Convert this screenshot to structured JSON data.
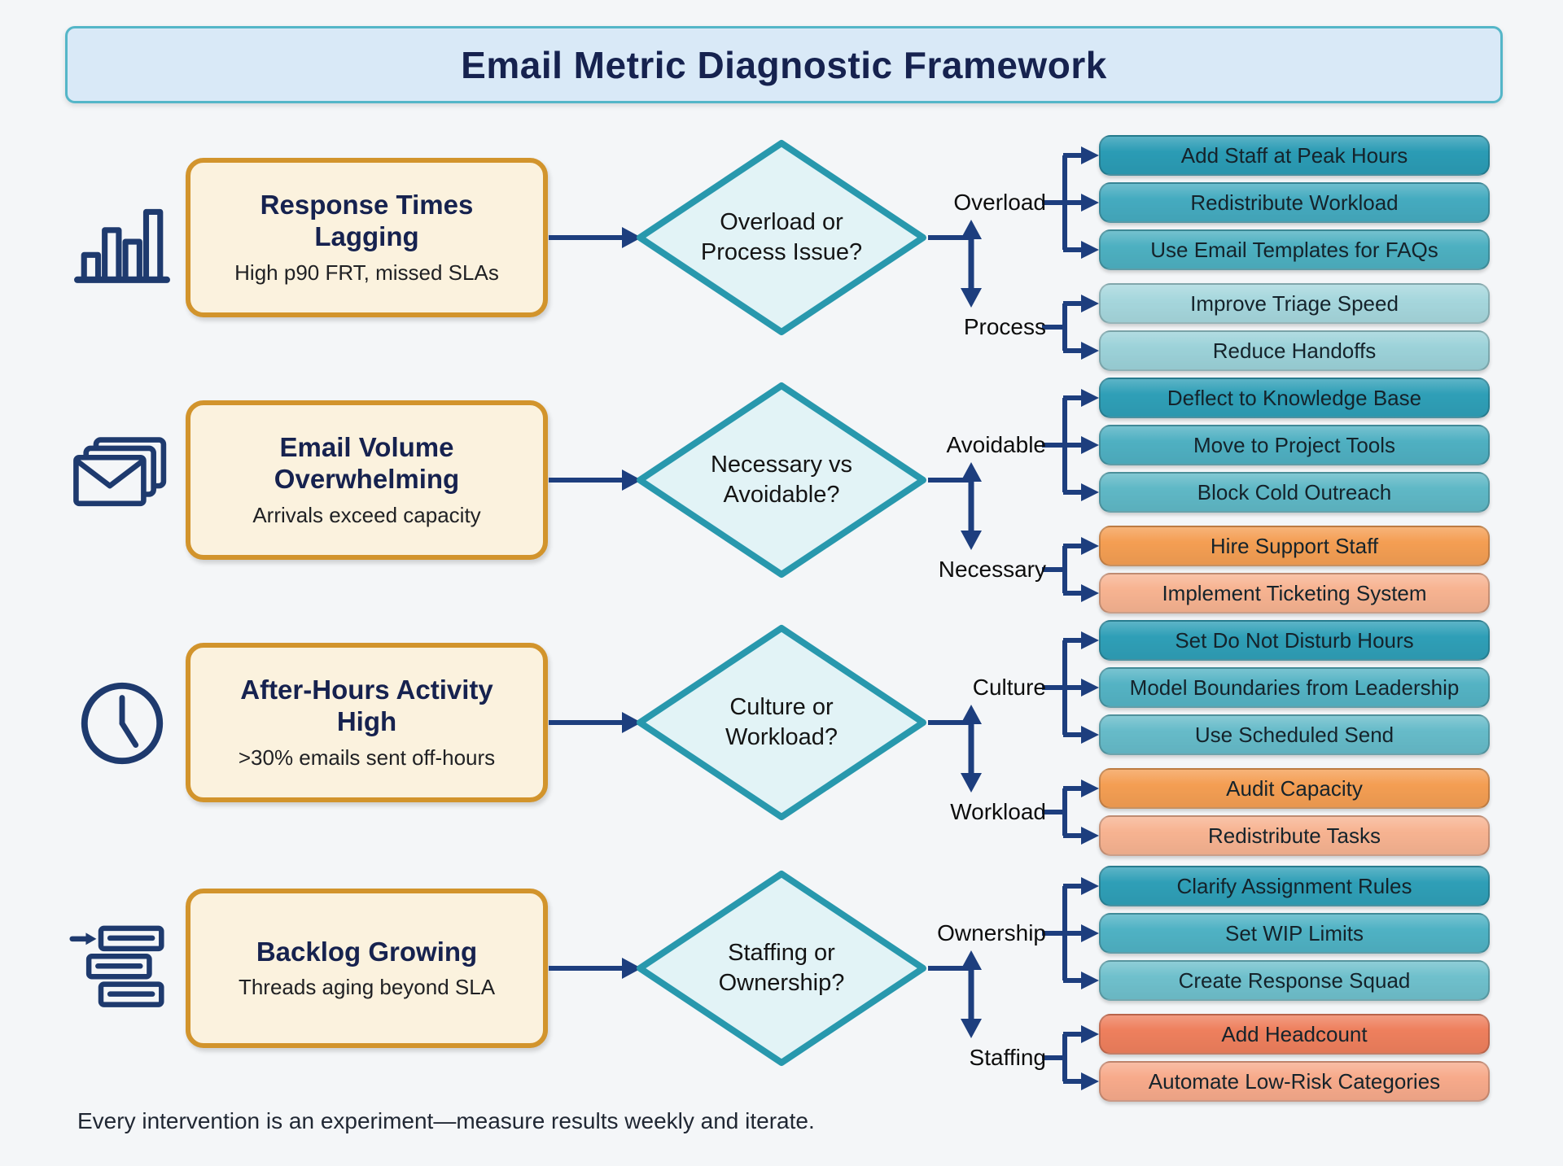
{
  "title": "Email Metric Diagnostic Framework",
  "footer": "Every intervention is an experiment—measure results weekly and iterate.",
  "colors": {
    "bg": "#f4f6f8",
    "arrow": "#1d3e7e",
    "navy": "#16224f",
    "gold": "#d2942c",
    "cream": "#fbf2de",
    "title-fill": "#d9e9f7",
    "title-border": "#54b6c8",
    "diamond-fill": "#e2f3f6",
    "diamond-border": "#2898ad",
    "icon-stroke": "#1e3a6e",
    "label-text": "#0d0d0d",
    "footer-text": "#202733"
  },
  "rows": [
    {
      "icon": "bar-chart-icon",
      "problem": {
        "title": "Response Times Lagging",
        "subtitle": "High p90 FRT, missed SLAs"
      },
      "question": "Overload or Process Issue?",
      "branches": [
        {
          "label": "Overload",
          "actions": [
            {
              "label": "Add Staff at Peak Hours",
              "color": "#2b9cb5"
            },
            {
              "label": "Redistribute Workload",
              "color": "#45abc0"
            },
            {
              "label": "Use Email Templates for FAQs",
              "color": "#4db0c1"
            }
          ]
        },
        {
          "label": "Process",
          "actions": [
            {
              "label": "Improve Triage Speed",
              "color": "#a6d7dd"
            },
            {
              "label": "Reduce Handoffs",
              "color": "#9cd2d9"
            }
          ]
        }
      ]
    },
    {
      "icon": "stacked-envelopes-icon",
      "problem": {
        "title": "Email Volume Overwhelming",
        "subtitle": "Arrivals exceed capacity"
      },
      "question": "Necessary vs Avoidable?",
      "branches": [
        {
          "label": "Avoidable",
          "actions": [
            {
              "label": "Deflect to Knowledge Base",
              "color": "#2f9fb7"
            },
            {
              "label": "Move to Project Tools",
              "color": "#4fb0c2"
            },
            {
              "label": "Block Cold Outreach",
              "color": "#5fb8c6"
            }
          ]
        },
        {
          "label": "Necessary",
          "actions": [
            {
              "label": "Hire Support Staff",
              "color": "#f49e53"
            },
            {
              "label": "Implement Ticketing System",
              "color": "#f7b391"
            }
          ]
        }
      ]
    },
    {
      "icon": "clock-icon",
      "problem": {
        "title": "After-Hours Activity High",
        "subtitle": ">30% emails sent off-hours"
      },
      "question": "Culture or Workload?",
      "branches": [
        {
          "label": "Culture",
          "actions": [
            {
              "label": "Set Do Not Disturb Hours",
              "color": "#2f9fb7"
            },
            {
              "label": "Model Boundaries from Leadership",
              "color": "#54b3c4"
            },
            {
              "label": "Use Scheduled Send",
              "color": "#66bbc9"
            }
          ]
        },
        {
          "label": "Workload",
          "actions": [
            {
              "label": "Audit Capacity",
              "color": "#f49e53"
            },
            {
              "label": "Redistribute Tasks",
              "color": "#f7b391"
            }
          ]
        }
      ]
    },
    {
      "icon": "backlog-stack-icon",
      "problem": {
        "title": "Backlog Growing",
        "subtitle": "Threads aging beyond SLA"
      },
      "question": "Staffing or Ownership?",
      "branches": [
        {
          "label": "Ownership",
          "actions": [
            {
              "label": "Clarify Assignment Rules",
              "color": "#2f9fb7"
            },
            {
              "label": "Set WIP Limits",
              "color": "#4fb2c4"
            },
            {
              "label": "Create Response Squad",
              "color": "#6fc0cc"
            }
          ]
        },
        {
          "label": "Staffing",
          "actions": [
            {
              "label": "Add Headcount",
              "color": "#ee7f5d"
            },
            {
              "label": "Automate Low-Risk Categories",
              "color": "#f7aa8b"
            }
          ]
        }
      ]
    }
  ]
}
